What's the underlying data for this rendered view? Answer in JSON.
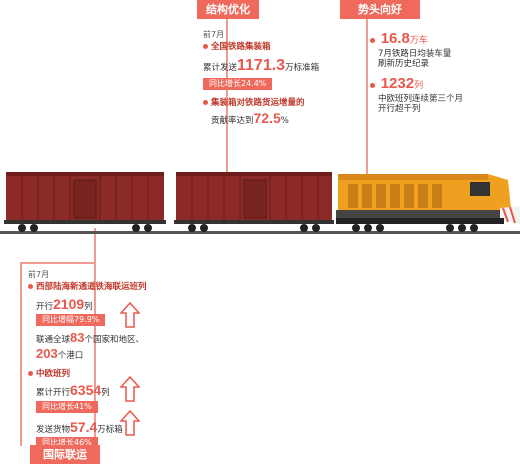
{
  "top_center": {
    "header": "结构优化",
    "date": "前7月",
    "item1_title": "全国铁路集装箱",
    "item1_prefix": "累计发送",
    "item1_value": "1171.3",
    "item1_unit": "万标准箱",
    "item1_growth": "同比增长24.4%",
    "item2_title": "集装箱对铁路货运增量的",
    "item2_line2": "贡献率达到",
    "item2_value": "72.5",
    "item2_unit": "%"
  },
  "top_right": {
    "header": "势头向好",
    "stat1_value": "16.8",
    "stat1_unit": "万车",
    "stat1_desc1": "7月铁路日均装车量",
    "stat1_desc2": "刷新历史纪录",
    "stat2_value": "1232",
    "stat2_unit": "列",
    "stat2_desc1": "中欧班列连续第三个月",
    "stat2_desc2": "开行超千列"
  },
  "bottom_left": {
    "header": "国际联运",
    "date": "前7月",
    "sec1_title": "西部陆海新通道铁海联运班列",
    "sec1_prefix": "开行",
    "sec1_value": "2109",
    "sec1_unit": "列",
    "sec1_growth": "同比增幅79.9%",
    "sec1_link_prefix": "联通全球",
    "sec1_link_value1": "83",
    "sec1_link_mid": "个国家和地区、",
    "sec1_link_value2": "203",
    "sec1_link_unit": "个港口",
    "sec2_title": "中欧班列",
    "sec2_prefix": "累计开行",
    "sec2_value": "6354",
    "sec2_unit": "列",
    "sec2_growth": "同比增长41%",
    "sec3_prefix": "发送货物",
    "sec3_value": "57.4",
    "sec3_unit": "万标箱",
    "sec3_growth": "同比增长46%"
  },
  "colors": {
    "accent": "#e8584c",
    "header_bg": "#ef6a5c",
    "stem": "#f29b90",
    "boxcar": "#8b2a26",
    "locomotive": "#f0a020"
  }
}
